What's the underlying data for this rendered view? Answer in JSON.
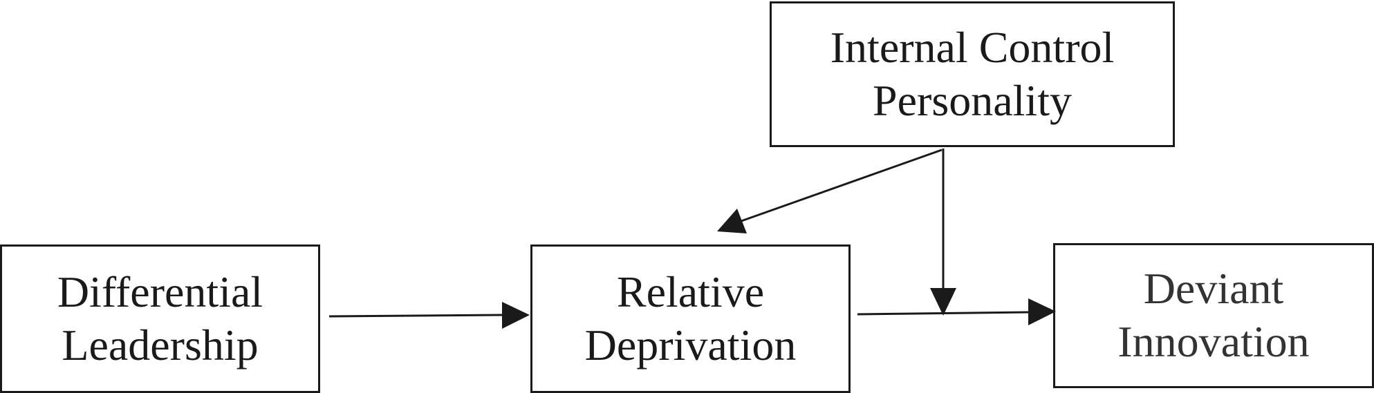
{
  "nodes": {
    "internal_control": {
      "line1": "Internal Control",
      "line2": "Personality"
    },
    "differential": {
      "line1": "Differential",
      "line2": "Leadership"
    },
    "relative": {
      "line1": "Relative",
      "line2": "Deprivation"
    },
    "deviant": {
      "line1": "Deviant",
      "line2": "Innovation"
    }
  },
  "edges": [
    {
      "from": "Differential Leadership",
      "to": "Relative Deprivation"
    },
    {
      "from": "Relative Deprivation",
      "to": "Deviant Innovation"
    },
    {
      "from": "Internal Control Personality",
      "to": "Relative Deprivation"
    },
    {
      "from": "Internal Control Personality",
      "to": "Relative Deprivation → Deviant Innovation path"
    }
  ],
  "colors": {
    "stroke": "#1a1a1a",
    "text": "#1a1a1a",
    "background": "#ffffff"
  }
}
